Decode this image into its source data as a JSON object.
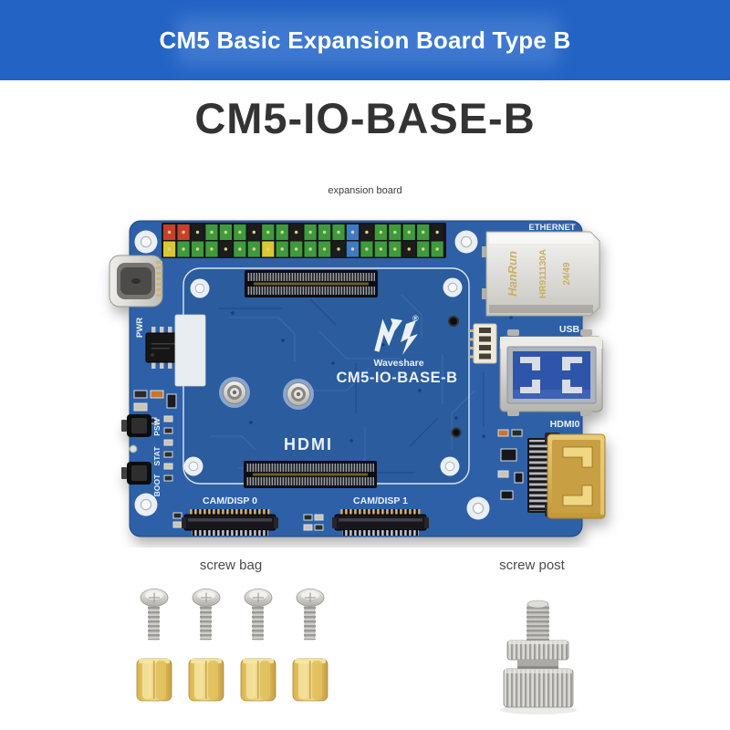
{
  "banner": {
    "title": "CM5 Basic Expansion Board Type B"
  },
  "product": {
    "name": "CM5-IO-BASE-B",
    "caption": "expansion board"
  },
  "colors": {
    "banner_blue": "#2263C4",
    "title_text": "#333333",
    "pcb_blue": "#2E61A8",
    "pcb_inner_blue": "#2B5B9E",
    "silkscreen_white": "#EAF1F8",
    "hdmi_gold": "#D9B35C",
    "brass": "#E0BD55",
    "silver": "#D6D5D1"
  },
  "board": {
    "silkscreen": {
      "model": "CM5-IO-BASE-B",
      "brand": "Waveshare",
      "reg_mark": "®",
      "hdmi_logo": "HDMI",
      "ethernet": "ETHERNET",
      "usb": "USB",
      "hdmi0": "HDMI0",
      "cam_disp_0": "CAM/DISP 0",
      "cam_disp_1": "CAM/DISP 1",
      "pwr": "PWR",
      "psw": "PSW",
      "stat": "STAT",
      "boot": "BOOT"
    },
    "ethernet_jack": {
      "brand": "HanRun",
      "part_number": "HR911130A",
      "date_code": "24/49"
    },
    "gpio": {
      "top_colors": [
        "#C7402F",
        "#C7402F",
        "#1F1F1F",
        "#3E9B3C",
        "#3E9B3C",
        "#3E9B3C",
        "#1F1F1F",
        "#3E9B3C",
        "#3E9B3C",
        "#1F1F1F",
        "#3E9B3C",
        "#3E9B3C",
        "#3E9B3C",
        "#3E7BC4",
        "#1F1F1F",
        "#3E9B3C",
        "#3E9B3C",
        "#3E9B3C",
        "#3E9B3C",
        "#1F1F1F"
      ],
      "bottom_colors": [
        "#D8C832",
        "#3E9B3C",
        "#3E9B3C",
        "#3E9B3C",
        "#1F1F1F",
        "#3E9B3C",
        "#3E9B3C",
        "#D8C832",
        "#3E9B3C",
        "#3E9B3C",
        "#3E9B3C",
        "#3E9B3C",
        "#1F1F1F",
        "#3E7BC4",
        "#3E9B3C",
        "#3E9B3C",
        "#3E9B3C",
        "#1F1F1F",
        "#3E9B3C",
        "#3E9B3C"
      ]
    }
  },
  "accessories": {
    "screw_bag": {
      "label": "screw bag",
      "screw_count": 4,
      "standoff_count": 4
    },
    "screw_post": {
      "label": "screw post",
      "count": 1
    }
  }
}
